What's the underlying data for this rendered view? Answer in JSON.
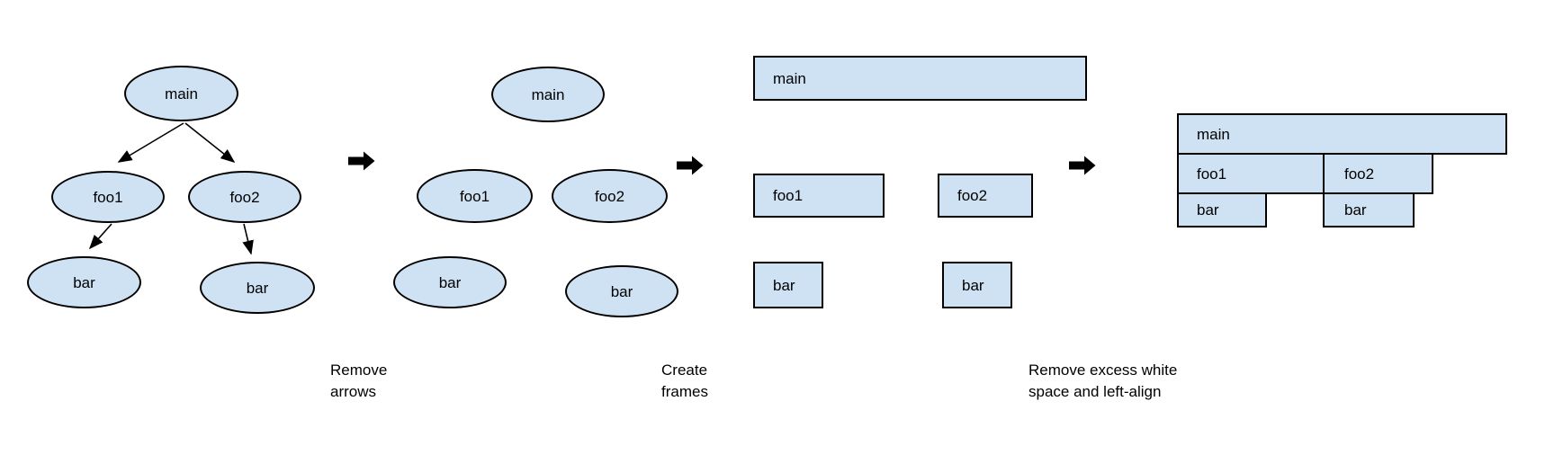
{
  "colors": {
    "node_fill": "#cfe2f3",
    "node_border": "#000000",
    "arrow": "#000000",
    "text": "#000000",
    "background": "#ffffff"
  },
  "stages": [
    {
      "id": "call-tree",
      "nodes": [
        {
          "label": "main"
        },
        {
          "label": "foo1"
        },
        {
          "label": "foo2"
        },
        {
          "label": "bar"
        },
        {
          "label": "bar"
        }
      ],
      "edges": [
        [
          "main",
          "foo1"
        ],
        [
          "main",
          "foo2"
        ],
        [
          "foo1",
          "bar"
        ],
        [
          "foo2",
          "bar"
        ]
      ]
    },
    {
      "id": "arrows-removed",
      "nodes": [
        {
          "label": "main"
        },
        {
          "label": "foo1"
        },
        {
          "label": "foo2"
        },
        {
          "label": "bar"
        },
        {
          "label": "bar"
        }
      ]
    },
    {
      "id": "frames",
      "nodes": [
        {
          "label": "main"
        },
        {
          "label": "foo1"
        },
        {
          "label": "foo2"
        },
        {
          "label": "bar"
        },
        {
          "label": "bar"
        }
      ]
    },
    {
      "id": "flame-graph",
      "nodes": [
        {
          "label": "main"
        },
        {
          "label": "foo1"
        },
        {
          "label": "foo2"
        },
        {
          "label": "bar"
        },
        {
          "label": "bar"
        }
      ]
    }
  ],
  "captions": [
    {
      "line1": "Remove",
      "line2": "arrows"
    },
    {
      "line1": "Create",
      "line2": "frames"
    },
    {
      "line1": "Remove excess white",
      "line2": "space and left-align"
    }
  ],
  "icons": {
    "transition": "arrow-right-icon"
  }
}
